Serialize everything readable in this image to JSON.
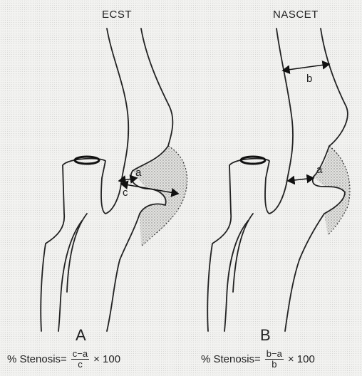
{
  "panels": [
    {
      "title": "ECST",
      "letter": "A",
      "labels": [
        "a",
        "c"
      ],
      "formula": {
        "lhs": "% Stenosis=",
        "numerator": "c−a",
        "denominator": "c",
        "rhs": "× 100"
      }
    },
    {
      "title": "NASCET",
      "letter": "B",
      "labels": [
        "b",
        "a"
      ],
      "formula": {
        "lhs": "% Stenosis=",
        "numerator": "b−a",
        "denominator": "b",
        "rhs": "× 100"
      }
    }
  ],
  "colors": {
    "line": "#222222",
    "background": "#f3f3f1",
    "plaque": "#e2e2df"
  }
}
